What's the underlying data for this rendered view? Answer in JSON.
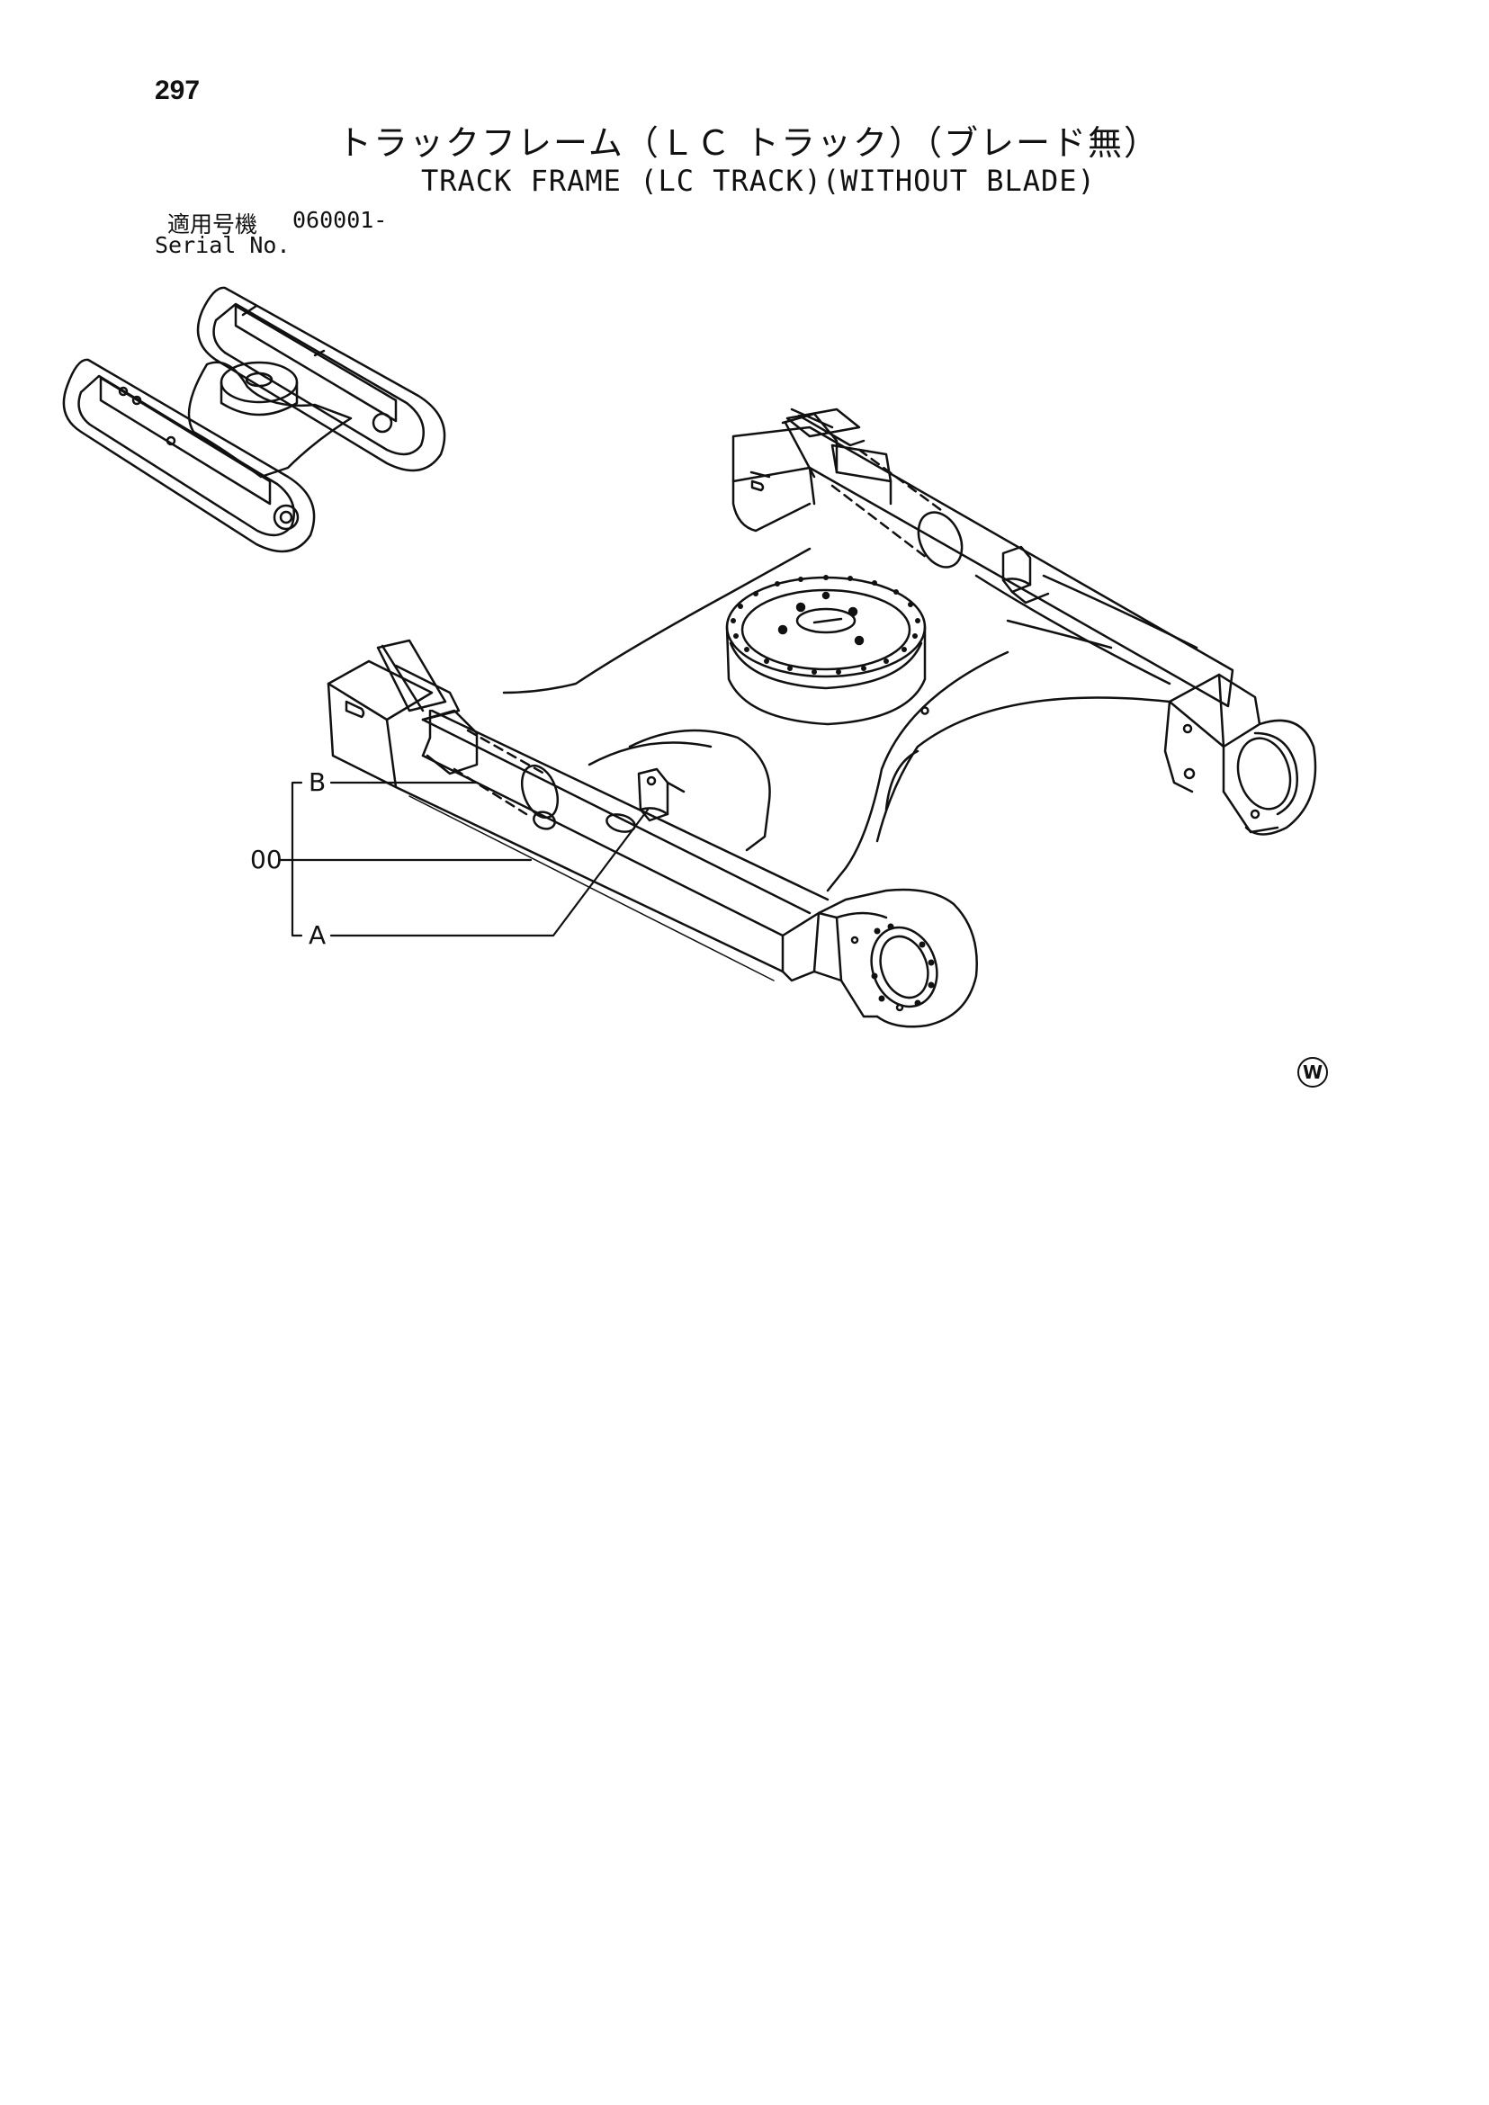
{
  "header": {
    "page_number": "297",
    "title_jp": "トラックフレーム（ＬＣ トラック）（ブレード無）",
    "title_en": "TRACK FRAME (LC TRACK)(WITHOUT BLADE)"
  },
  "serial": {
    "label_jp": "適用号機",
    "value": "060001-",
    "label_en": "Serial No."
  },
  "callouts": {
    "b": "B",
    "item": "00",
    "a": "A"
  },
  "mark": "W"
}
